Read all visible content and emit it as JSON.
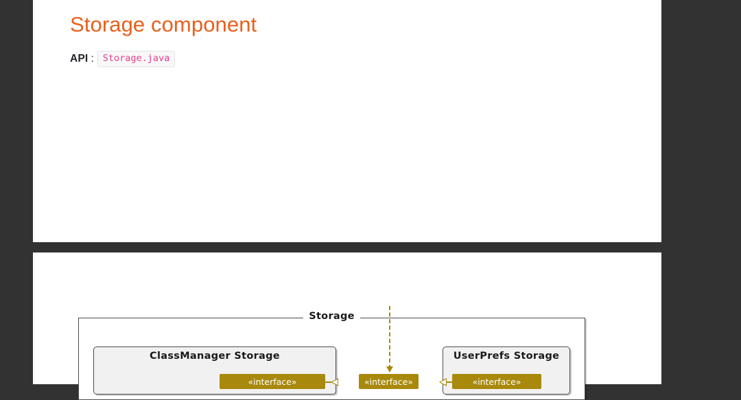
{
  "theme": {
    "background": "#323232",
    "page_background": "#ffffff",
    "heading_color": "#e8601c",
    "code_color": "#e83e8c",
    "interface_color": "#a8890b",
    "box_fill": "#f1f1f1",
    "box_border": "#4d4d4d"
  },
  "page_one": {
    "heading": "Storage component",
    "api": {
      "label": "API",
      "separator": ":",
      "file": "Storage.java"
    }
  },
  "page_two": {
    "diagram": {
      "type": "uml-component-diagram",
      "container": {
        "title": "Storage"
      },
      "components": [
        {
          "id": "classmanager-storage",
          "title": "ClassManager Storage",
          "interface_label": "«interface»"
        },
        {
          "id": "userprefs-storage",
          "title": "UserPrefs Storage",
          "interface_label": "«interface»"
        }
      ],
      "middle_interface": {
        "label": "«interface»"
      },
      "connectors": [
        {
          "kind": "dependency",
          "style": "dashed",
          "direction": "down",
          "target": "middle-interface"
        },
        {
          "kind": "realization",
          "style": "solid",
          "direction": "left",
          "target": "classmanager-storage"
        },
        {
          "kind": "realization",
          "style": "solid",
          "direction": "left",
          "target": "userprefs-storage"
        }
      ]
    }
  }
}
